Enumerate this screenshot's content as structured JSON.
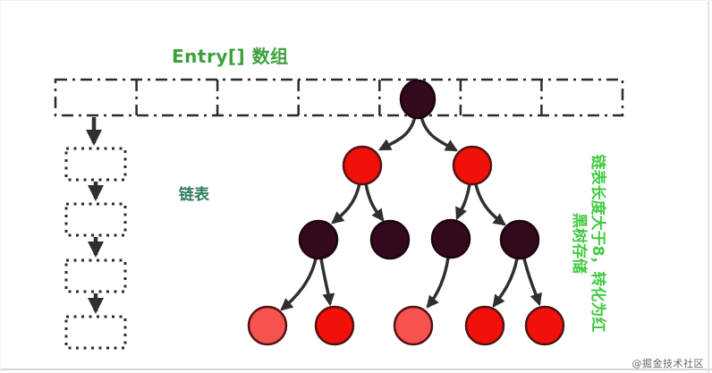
{
  "page": {
    "background": "#ffffff",
    "watermark": "@掘金技术社区"
  },
  "labels": {
    "array_title": "Entry[] 数组",
    "linked_list": "链表",
    "annotation_line1": "链表长度大于8，转化为红",
    "annotation_line2": "黑树存储"
  },
  "colors": {
    "array_title_green": "#3ba03b",
    "list_label_green": "#2e7d5a",
    "annotation_green": "#3ecb3e",
    "node_black": "#330a1d",
    "node_red": "#f2100b",
    "node_red_light": "#f6524e",
    "box_stroke_dark": "#2b2b2b",
    "arrow_dark": "#2f2f2f",
    "bottom_rule_gray": "#d6d6d6"
  },
  "diagram": {
    "entry_array": {
      "cell_count": 7,
      "border_style": "dash-dot",
      "bucket_with_linked_list_index": 1,
      "bucket_with_tree_index": 5
    },
    "linked_list": {
      "node_count": 4,
      "border_style": "dotted"
    },
    "red_black_tree": {
      "node_count": 12,
      "levels": [
        [
          "black"
        ],
        [
          "red",
          "red"
        ],
        [
          "black",
          "black",
          "black",
          "black"
        ],
        [
          "red-light",
          "red",
          "red-light",
          "red",
          "red"
        ]
      ],
      "edges": [
        "root>L",
        "root>R",
        "L>LL",
        "L>LR",
        "R>RL",
        "R>RR",
        "LL>1",
        "LL>2",
        "RL>3",
        "RR>4",
        "RR>5"
      ]
    }
  }
}
